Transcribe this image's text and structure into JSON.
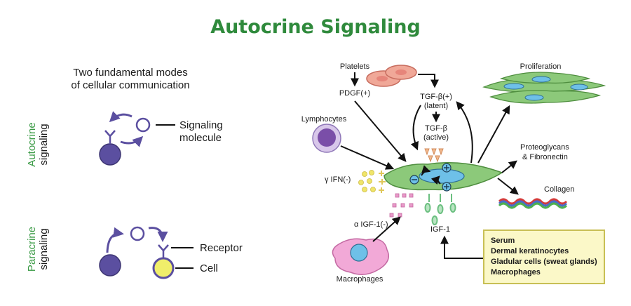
{
  "title": "Autocrine Signaling",
  "left_panel": {
    "heading_line1": "Two fundamental modes",
    "heading_line2": "of cellular communication",
    "autocrine_side_green": "Autocrine",
    "autocrine_side_black": "signaling",
    "paracrine_side_green": "Paracrine",
    "paracrine_side_black": "signaling",
    "signaling_molecule_line1": "Signaling",
    "signaling_molecule_line2": "molecule",
    "receptor": "Receptor",
    "cell": "Cell"
  },
  "right_panel": {
    "platelets": "Platelets",
    "pdgf": "PDGF(+)",
    "tgf_latent_line1": "TGF-β(+)",
    "tgf_latent_line2": "(latent)",
    "tgf_active_line1": "TGF-β",
    "tgf_active_line2": "(active)",
    "lymphocytes": "Lymphocytes",
    "ifn": "γ IFN(-)",
    "igf_minus": "α IGF-1(-)",
    "igf": "IGF-1",
    "macrophages": "Macrophages",
    "proliferation": "Proliferation",
    "proteoglycans_line1": "Proteoglycans",
    "proteoglycans_line2": "& Fibronectin",
    "collagen": "Collagen"
  },
  "sources_box": {
    "items": [
      "Serum",
      "Dermal keratinocytes",
      "Gladular cells (sweat glands)",
      "Macrophages"
    ]
  },
  "colors": {
    "title_green": "#2f8a3c",
    "cell_purple": "#5b4fa0",
    "cell_yellow": "#f0ee6a",
    "fibroblast_green": "#8cc97a",
    "nucleus_blue": "#6ec0e8",
    "box_fill": "#fbf8c8",
    "box_border": "#c8bf55"
  }
}
